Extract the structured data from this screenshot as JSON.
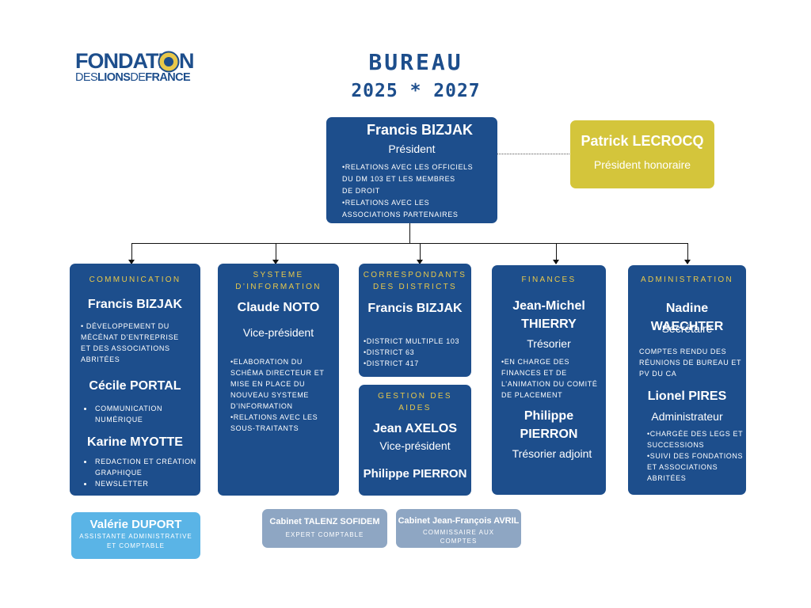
{
  "logo": {
    "top": "FONDATION",
    "bottom_1": "DES",
    "bottom_2": "LIONS",
    "bottom_3": "DE",
    "bottom_4": "FRANCE"
  },
  "title": "BUREAU",
  "subtitle": "2025 * 2027",
  "colors": {
    "primary": "#1d4e8c",
    "gold": "#d4c53b",
    "header_gold": "#e8c84a",
    "light_blue": "#5ab4e6",
    "grey_blue": "#8ea6c3"
  },
  "president": {
    "name": "Francis BIZJAK",
    "role": "Président",
    "lines": [
      "•RELATIONS AVEC LES OFFICIELS",
      "DU DM 103 ET LES MEMBRES",
      "DE DROIT",
      "•RELATIONS AVEC LES",
      "ASSOCIATIONS PARTENAIRES"
    ]
  },
  "honorary": {
    "name": "Patrick LECROCQ",
    "role": "Président honoraire"
  },
  "communication": {
    "header": "COMMUNICATION",
    "p1_name": "Francis BIZJAK",
    "p1_lines": [
      "• DÉVELOPPEMENT DU",
      "MÉCÉNAT D’ENTREPRISE",
      "ET DES ASSOCIATIONS",
      "ABRITÉES"
    ],
    "p2_name": "Cécile PORTAL",
    "p2_items": [
      "COMMUNICATION NUMÉRIQUE"
    ],
    "p3_name": "Karine MYOTTE",
    "p3_items": [
      "REDACTION ET CRÉATION GRAPHIQUE",
      "NEWSLETTER"
    ]
  },
  "si": {
    "header_1": "SYSTEME",
    "header_2": "D’INFORMATION",
    "name": "Claude NOTO",
    "role": "Vice-président",
    "lines": [
      "•ELABORATION DU",
      "SCHÉMA DIRECTEUR ET",
      "MISE EN PLACE DU",
      "NOUVEAU SYSTEME",
      "D’INFORMATION",
      "•RELATIONS AVEC LES",
      "SOUS-TRAITANTS"
    ]
  },
  "districts": {
    "header_1": "CORRESPONDANTS",
    "header_2": "DES DISTRICTS",
    "name": "Francis BIZJAK",
    "lines": [
      "•DISTRICT MULTIPLE 103",
      "•DISTRICT 63",
      "•DISTRICT 417"
    ]
  },
  "aides": {
    "header_1": "GESTION DES",
    "header_2": "AIDES",
    "p1_name": "Jean AXELOS",
    "p1_role": "Vice-président",
    "p2_name": "Philippe PIERRON"
  },
  "finances": {
    "header": "FINANCES",
    "p1_name_1": "Jean-Michel",
    "p1_name_2": "THIERRY",
    "p1_role": "Trésorier",
    "lines": [
      "•EN CHARGE DES",
      "FINANCES ET DE",
      "L’ANIMATION DU COMITÉ",
      "DE PLACEMENT"
    ],
    "p2_name_1": "Philippe",
    "p2_name_2": "PIERRON",
    "p2_role": "Trésorier adjoint"
  },
  "administration": {
    "header": "ADMINISTRATION",
    "p1_name": "Nadine WAECHTER",
    "p1_role": "Secrétaire",
    "p1_lines": [
      "COMPTES RENDU DES",
      "RÉUNIONS DE BUREAU ET",
      "PV DU CA"
    ],
    "p2_name": "Lionel PIRES",
    "p2_role": "Administrateur",
    "p2_lines": [
      "•CHARGÉE DES LEGS ET",
      "SUCCESSIONS",
      "•SUIVI DES FONDATIONS",
      "ET ASSOCIATIONS",
      "ABRITÉES"
    ]
  },
  "assistant": {
    "name": "Valérie DUPORT",
    "line_1": "ASSISTANTE ADMINISTRATIVE",
    "line_2": "ET COMPTABLE"
  },
  "cabinet_1": {
    "name": "Cabinet TALENZ SOFIDEM",
    "role": "EXPERT COMPTABLE"
  },
  "cabinet_2": {
    "name": "Cabinet Jean-François AVRIL",
    "role_1": "COMMISSAIRE AUX",
    "role_2": "COMPTES"
  }
}
